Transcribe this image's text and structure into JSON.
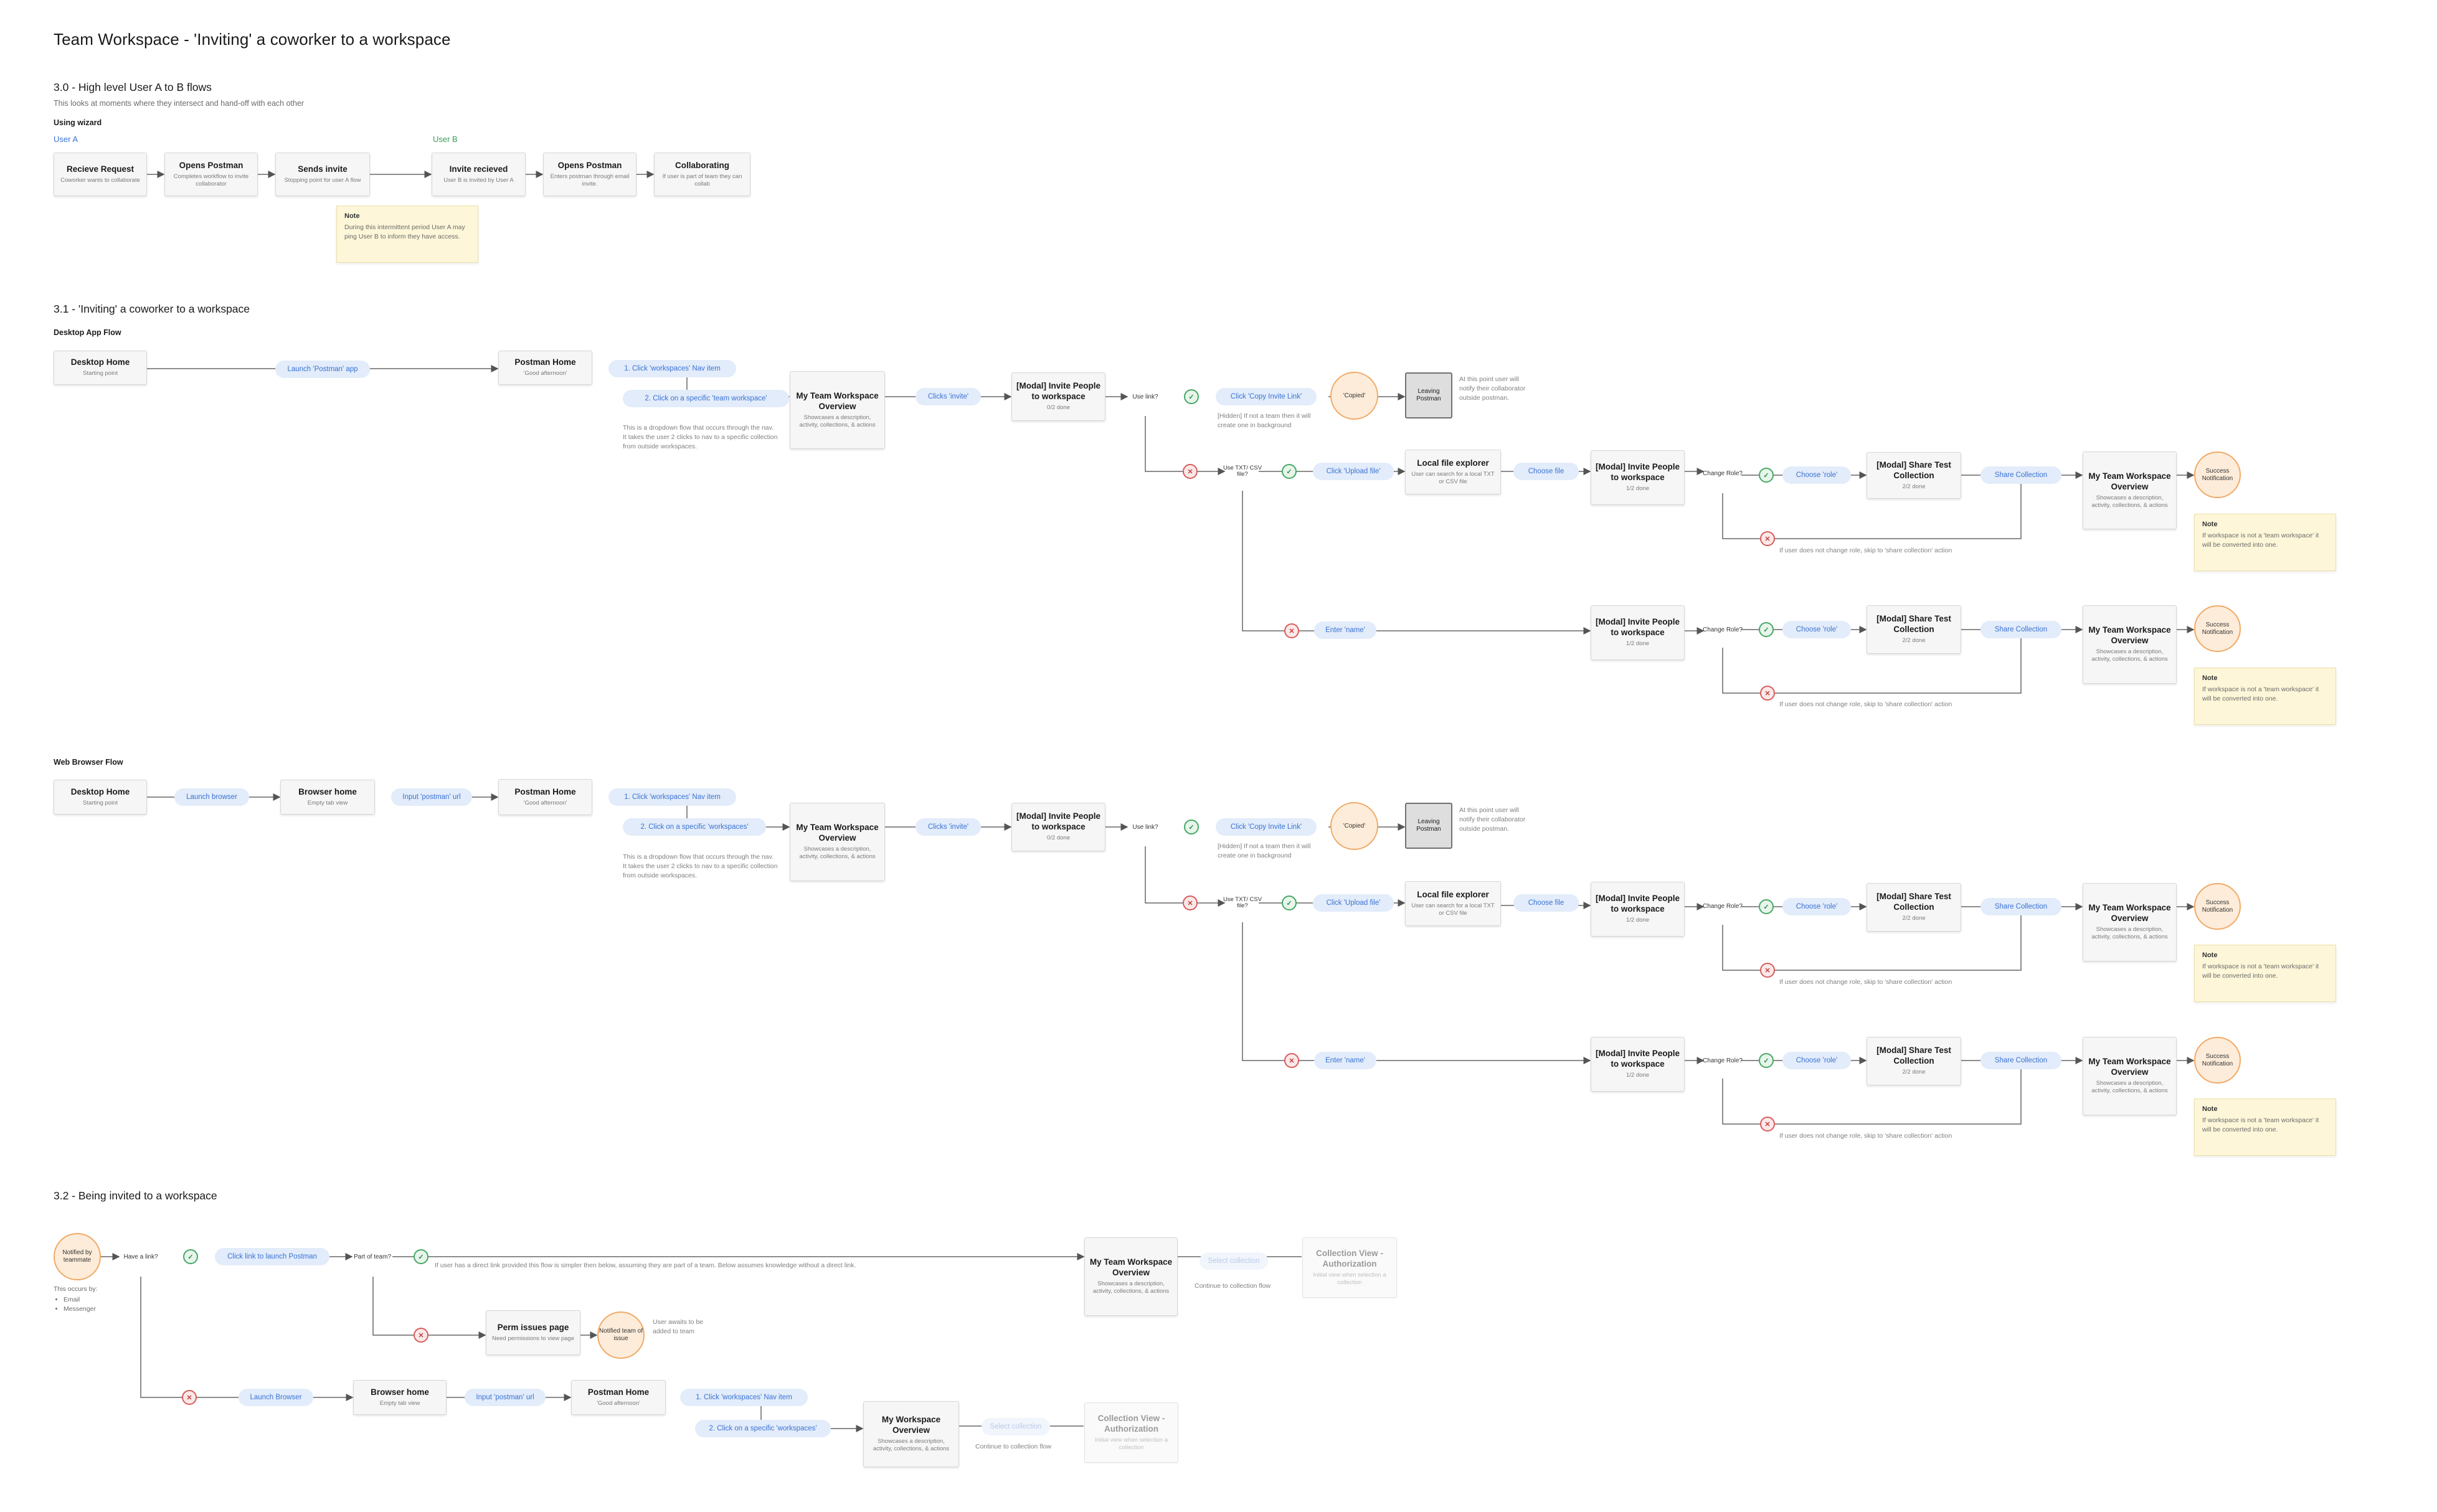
{
  "page_title": "Team Workspace - 'Inviting' a coworker to a workspace",
  "s30": {
    "title": "3.0 - High level User A to B flows",
    "subtitle": "This looks at moments where they intersect and hand-off with each other",
    "subsection": "Using wizard",
    "user_a": "User A",
    "user_b": "User B",
    "steps": [
      {
        "t": "Recieve Request",
        "d": "Coworker wants to collaborate"
      },
      {
        "t": "Opens Postman",
        "d": "Completes workflow to invite collaborator"
      },
      {
        "t": "Sends invite",
        "d": "Stopping point for user A flow"
      },
      {
        "t": "Invite recieved",
        "d": "User B is invited by User A"
      },
      {
        "t": "Opens Postman",
        "d": "Enters postman through email invite."
      },
      {
        "t": "Collaborating",
        "d": "If user is part of team they can collab"
      }
    ],
    "note": {
      "title": "Note",
      "body": "During this intermittent period User A may ping User B to inform they have access."
    }
  },
  "s31": {
    "title": "3.1 - 'Inviting' a coworker to a workspace",
    "desktop_flow_label": "Desktop App Flow",
    "web_flow_label": "Web Browser Flow"
  },
  "flow_common": {
    "desktop_home": {
      "t": "Desktop Home",
      "d": "Starting point"
    },
    "launch_postman_app": "Launch 'Postman' app",
    "launch_browser": "Launch browser",
    "browser_home": {
      "t": "Browser home",
      "d": "Empty tab view"
    },
    "input_postman_url": "Input 'postman' url",
    "postman_home": {
      "t": "Postman Home",
      "d": "'Good afternoon'"
    },
    "click_workspaces_nav": "1. Click 'workspaces' Nav item",
    "click_team_workspace": "2. Click on a specific  'team workspace'",
    "click_workspaces_specific": "2. Click on a specific 'workspaces'",
    "dropdown_desc": "This is a dropdown flow that occurs through the nav. It takes the user 2 clicks to nav to a specific collection from outside workspaces.",
    "my_team_ws": {
      "t": "My Team Workspace Overview",
      "d": "Showcases a description, activity, collections, & actions"
    },
    "clicks_invite": "Clicks 'invite'",
    "modal_invite": {
      "t": "[Modal] Invite People to workspace",
      "d": "0/2 done"
    },
    "modal_invite_1": {
      "t": "[Modal] Invite People to workspace",
      "d": "1/2 done"
    },
    "use_link": "Use link?",
    "click_copy_link": "Click 'Copy Invite Link'",
    "hidden_note": "[Hidden] If not a team then it will create one in background",
    "copied": "'Copied'",
    "leaving_postman": "Leaving Postman",
    "leaving_note": "At this point user will notify their collaborator outside postman.",
    "use_txt_csv": "Use TXT/ CSV file?",
    "click_upload": "Click 'Upload file'",
    "local_file": {
      "t": "Local file explorer",
      "d": "User can search for a local TXT or CSV file"
    },
    "choose_file": "Choose file",
    "change_role": "Change Role?",
    "choose_role": "Choose 'role'",
    "modal_share": {
      "t": "[Modal] Share Test Collection",
      "d": "2/2 done"
    },
    "share_collection": "Share Collection",
    "success": "Success Notification",
    "skip_note": "If user does not change role, skip to 'share collection' action",
    "enter_name": "Enter 'name'",
    "note_title": "Note",
    "note_body": "If workspace is not a 'team workspace' it will be converted into one."
  },
  "s32": {
    "title": "3.2 - Being invited to a workspace",
    "notified": "Notified by teammate",
    "occurs_title": "This occurs by:",
    "occurs": [
      "Email",
      "Messenger"
    ],
    "have_link": "Have a link?",
    "click_link": "Click link to launch Postman",
    "part_of_team": "Part of team?",
    "direct_link_note": "If user has a direct link provided this flow is simpler then below, assuming they are part of a team. Below assumes knowledge without a direct link.",
    "my_team_ws": {
      "t": "My Team Workspace Overview",
      "d": "Showcases a description, activity, collections, & actions"
    },
    "select_collection": "Select collection",
    "continue": "Continue to collection flow",
    "collection_view": {
      "t": "Collection View - Authorization",
      "d": "Initial view when selection a collection"
    },
    "perm_issues": {
      "t": "Perm issues page",
      "d": "Need permissions to view page"
    },
    "notified_team": "Notified team of issue",
    "awaits_note": "User awaits to be added to team",
    "launch_browser": "Launch Browser",
    "browser_home": {
      "t": "Browser home",
      "d": "Empty tab view"
    },
    "input_postman_url": "Input 'postman' url",
    "postman_home": {
      "t": "Postman Home",
      "d": "'Good afternoon'"
    },
    "click_workspaces_nav": "1. Click 'workspaces' Nav item",
    "click_workspaces_specific": "2. Click on a specific 'workspaces'",
    "my_ws": {
      "t": "My Workspace Overview",
      "d": "Showcases a description, activity, collections, & actions"
    }
  },
  "colors": {
    "pill_bg": "#e2ecfa",
    "pill_text": "#3a72d4",
    "decision_fill": "#f0d6f7",
    "terminal_fill": "#fdecd9",
    "terminal_border": "#f0aa67",
    "yes": "#47a865",
    "no": "#d85c5c",
    "note_bg": "#fdf6d8",
    "user_a": "#3a72d4",
    "user_b": "#3b9a57"
  }
}
